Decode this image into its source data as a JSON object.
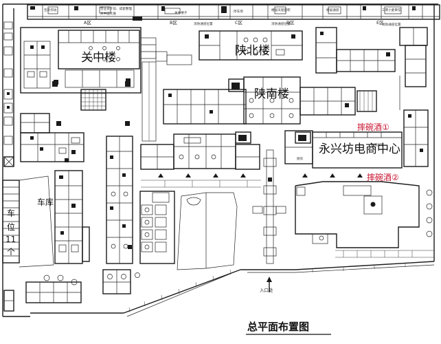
{
  "title": "总平面布置图",
  "buildings": {
    "guanzhong": "关中楼",
    "shanbei": "陕北楼",
    "shannan": "陕南楼",
    "ecommerce": "永兴坊电商中心"
  },
  "bowl_wine": [
    "摔碗酒①",
    "摔碗酒②"
  ],
  "zones": [
    "A区",
    "B区",
    "C区",
    "D区",
    "E区"
  ],
  "entrance": "入口处",
  "garage": {
    "label": "车库",
    "capacity": [
      "车",
      "位",
      "11",
      "个"
    ]
  },
  "small_labels": {
    "top_1": "包装作坊",
    "top_2": "营业会计前、成套整理",
    "top_3": "关中图文展",
    "top_4": "关中楼子",
    "top_5": "消防通道位置",
    "top_6": "停车场",
    "top_7": "楼层天窗面积",
    "top_8": "消防通道位置",
    "top_9": "三原小麦拳馆",
    "top_10": "消防通道位置",
    "top_11": "楼层通道",
    "ec_1": "北侧展厅",
    "ec_2": "厨房"
  },
  "colors": {
    "ink": "#1a1a1a",
    "accent": "#c8102e"
  }
}
